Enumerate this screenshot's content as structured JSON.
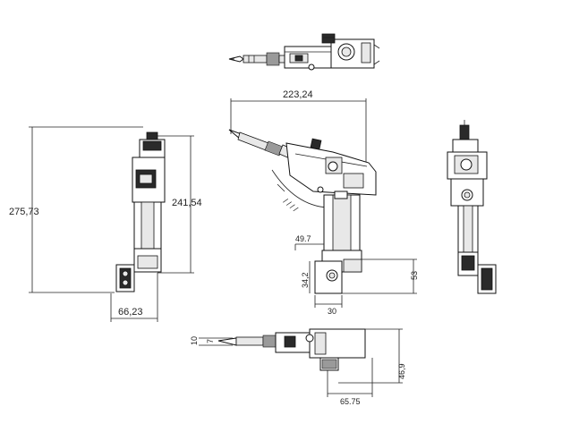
{
  "dimensions": {
    "top_width": "223,24",
    "left_height": "275,73",
    "inner_height": "241,54",
    "left_bottom_width": "66,23",
    "side_49": "49.7",
    "side_53": "53",
    "side_34": "34,2",
    "side_30": "30",
    "bottom_10": "10",
    "bottom_7": "7",
    "bottom_46": "46,9",
    "bottom_65": "65.75"
  }
}
